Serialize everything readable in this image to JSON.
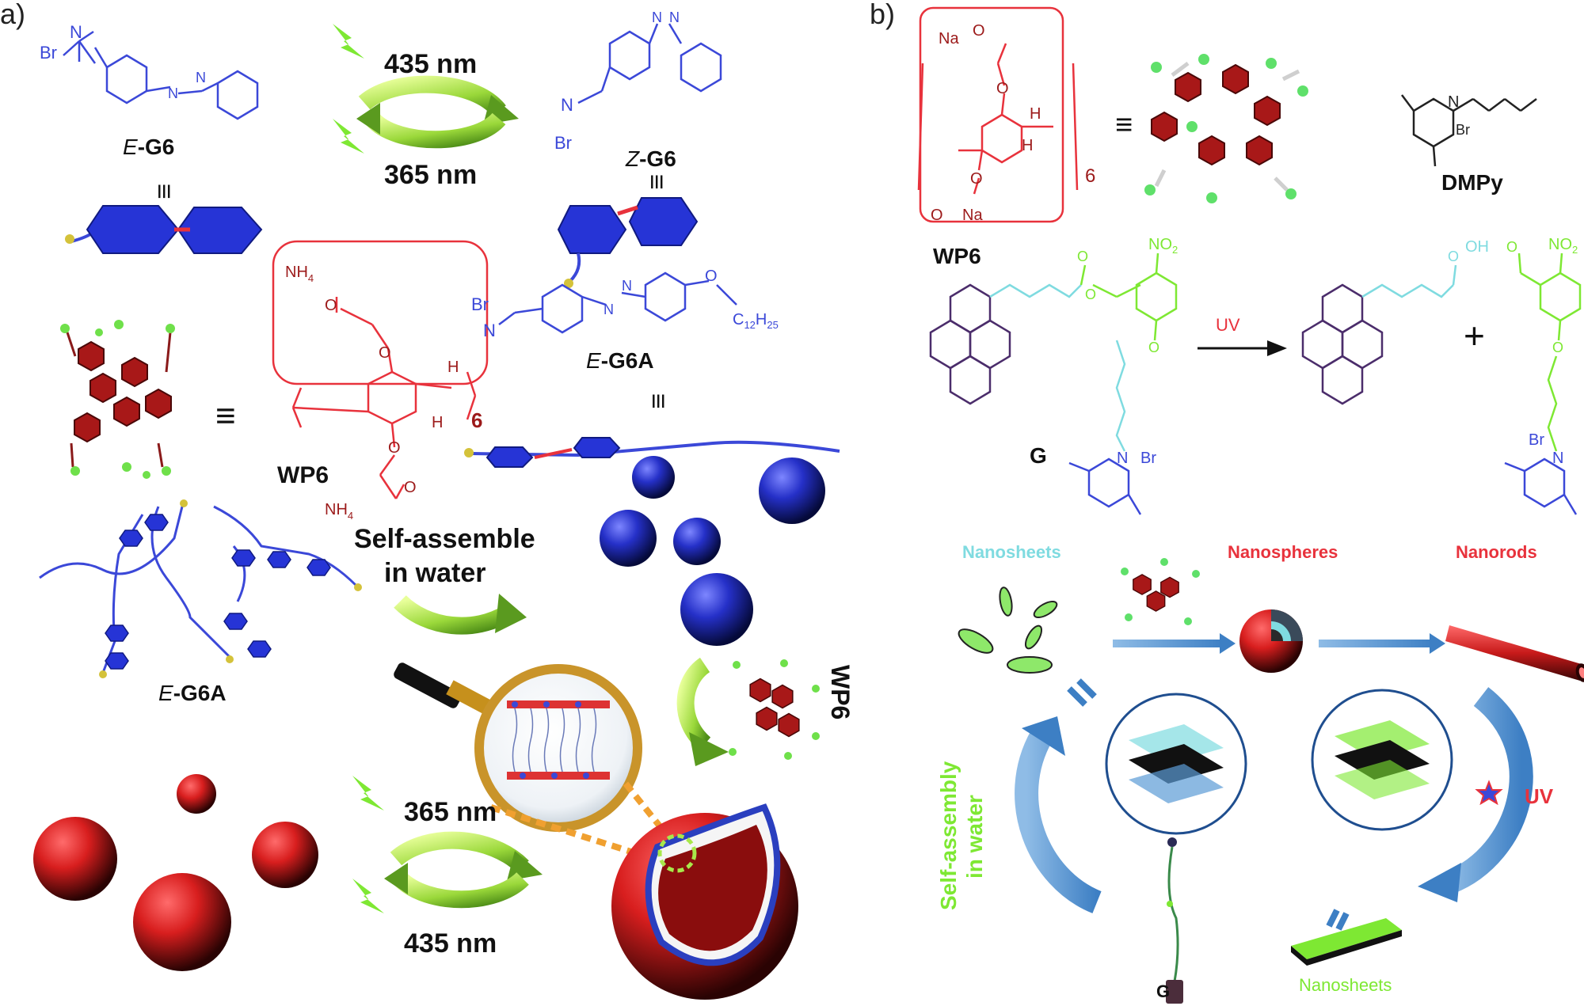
{
  "panel_a": {
    "label": "a)",
    "wavelength_top_1": "435 nm",
    "wavelength_top_2": "365 nm",
    "wavelength_bottom_1": "365 nm",
    "wavelength_bottom_2": "435 nm",
    "e_g6_prefix": "E",
    "e_g6_name": "-G6",
    "z_g6_prefix": "Z",
    "z_g6_name": "-G6",
    "e_g6a_prefix": "E",
    "e_g6a_name": "-G6A",
    "e_g6a_bottom_prefix": "E",
    "e_g6a_bottom_name": "-G6A",
    "wp6_label": "WP6",
    "wp6_side_label": "WP6",
    "self_assemble_line1": "Self-assemble",
    "self_assemble_line2": "in water",
    "br_top": "Br",
    "br_z": "Br",
    "br_g6a": "Br",
    "nh4_top": "NH",
    "nh4_bottom": "NH",
    "c12": "C",
    "c12_sub": "12",
    "h25": "H",
    "h25_sub": "25",
    "sub_six": "6",
    "sub_four": "4"
  },
  "panel_b": {
    "label": "b)",
    "na_top": "Na",
    "na_bottom": "Na",
    "wp6_label": "WP6",
    "dmpy_label": "DMPy",
    "g_label": "G",
    "g_bottom_label": "G",
    "no2_left": "NO",
    "no2_right": "NO",
    "oh_label": "OH",
    "uv_arrow": "UV",
    "br_dmpy": "Br",
    "br_g": "Br",
    "br_right": "Br",
    "plus_sign": "+",
    "sub_six": "6",
    "sub_two": "2",
    "nanosheets_top": "Nanosheets",
    "nanospheres": "Nanospheres",
    "nanorods": "Nanorods",
    "nanosheets_bottom": "Nanosheets",
    "self_assembly_line1": "Self-assembly",
    "self_assembly_line2": "in water",
    "uv_cycle": "UV"
  },
  "colors": {
    "blue": "#3b48d8",
    "red": "#e8323c",
    "dark_red": "#9c1a1a",
    "green": "#7ee833",
    "cyan": "#7fdbe0",
    "purple": "#4b2d6b",
    "orange": "#f0a030",
    "light_blue": "#5b9bd5"
  }
}
